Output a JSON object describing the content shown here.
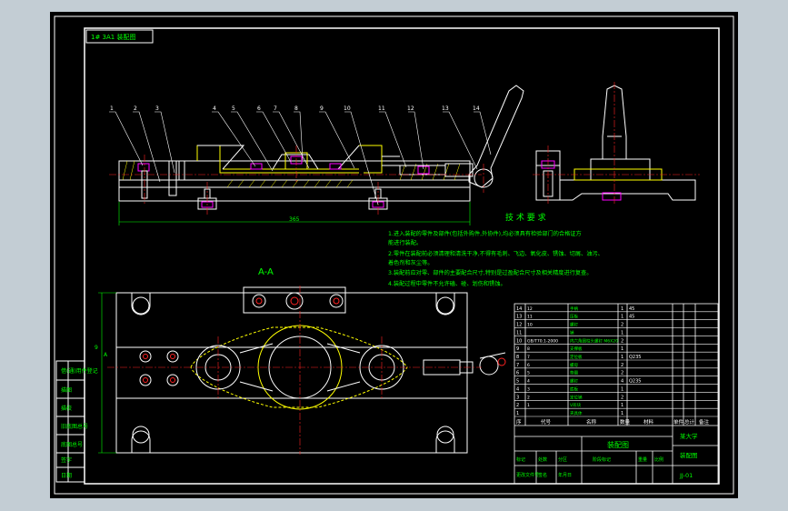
{
  "title_stamp": "1# 3A1 装配图",
  "balloons": [
    "1",
    "2",
    "3",
    "4",
    "5",
    "6",
    "7",
    "8",
    "9",
    "10",
    "11",
    "12",
    "13",
    "14"
  ],
  "overall_dimension": "365",
  "section_label": "A-A",
  "section_height_dim": "9",
  "section_side_label": "A",
  "tech_requirements": {
    "heading": "技 术 要 求",
    "items": [
      "1.进入装配的零件及部件(包括外购件,外协件),均必须具有检验部门的合格证方",
      "  能进行装配。",
      "2.零件在装配前必须清理和清洗干净,不得有毛刺、飞边、氧化皮、锈蚀、切屑、油污、",
      "  着色剂和灰尘等。",
      "3.装配前应对零、部件的主要配合尺寸,特别是过盈配合尺寸及相关精度进行复查。",
      "4.装配过程中零件不允许磕、碰、划伤和锈蚀。"
    ]
  },
  "bom": {
    "rows": [
      [
        "14",
        "12",
        "手柄",
        "1",
        "45"
      ],
      [
        "13",
        "11",
        "压板",
        "1",
        "45"
      ],
      [
        "12",
        "10",
        "螺钉",
        "2",
        ""
      ],
      [
        "11",
        "",
        "销",
        "1",
        ""
      ],
      [
        "10",
        "GB/T70.1-2000",
        "内六角圆柱头螺钉 M6X20",
        "2",
        ""
      ],
      [
        "9",
        "8",
        "支撑板",
        "1",
        ""
      ],
      [
        "8",
        "7",
        "定位板",
        "1",
        "Q235"
      ],
      [
        "7",
        "6",
        "螺母",
        "2",
        ""
      ],
      [
        "6",
        "5",
        "垫圈",
        "2",
        ""
      ],
      [
        "5",
        "4",
        "螺钉",
        "4",
        "Q235"
      ],
      [
        "4",
        "3",
        "底板",
        "1",
        ""
      ],
      [
        "3",
        "2",
        "定位销",
        "2",
        ""
      ],
      [
        "2",
        "1",
        "V形块",
        "1",
        ""
      ],
      [
        "1",
        "",
        "夹具体",
        "1",
        ""
      ]
    ],
    "header": [
      "序",
      "代号",
      "名称",
      "数量",
      "材料",
      "单件",
      "总计",
      "备注"
    ],
    "labels": {
      "drawing_name": "装配图",
      "school": "某大学",
      "drawing_type": "装配图",
      "drawing_no": "JJ-01"
    },
    "sign_labels": [
      "标记",
      "处数",
      "分区",
      "更改文件号",
      "签名",
      "年月日"
    ],
    "stage_labels": [
      "阶段标记",
      "重量",
      "比例"
    ]
  },
  "left_column_labels": [
    "借(通)用件登记",
    "描图",
    "描校",
    "旧底图总号",
    "底图总号",
    "签字",
    "日期"
  ],
  "colors": {
    "background": "#c3cdd4",
    "sheet": "#000000",
    "line_white": "#ffffff",
    "line_yellow": "#ffff00",
    "line_red": "#ff2020",
    "line_green": "#00ff00",
    "line_magenta": "#ff00ff",
    "line_cyan": "#00ffff"
  }
}
